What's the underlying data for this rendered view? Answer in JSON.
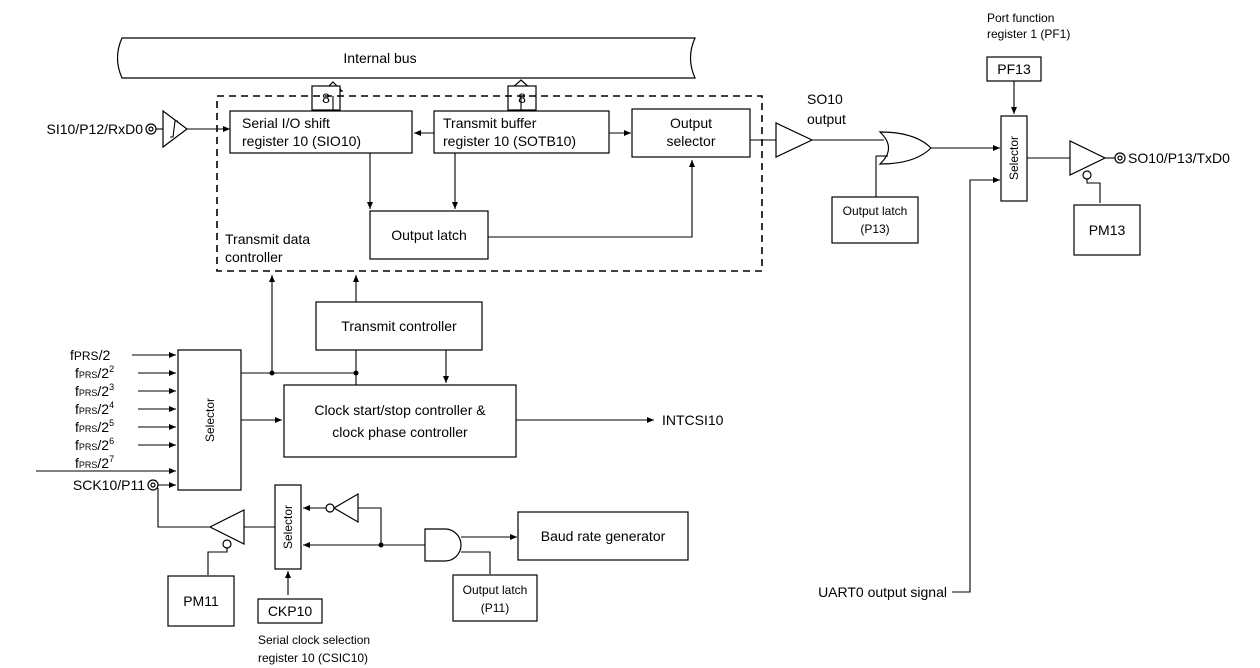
{
  "labels": {
    "internal_bus": "Internal bus",
    "bus_width_1": "8",
    "bus_width_2": "8",
    "si_pin": "SI10/P12/RxD0",
    "sio_l1": "Serial I/O shift",
    "sio_l2": "register 10 (SIO10)",
    "sotb_l1": "Transmit buffer",
    "sotb_l2": "register 10 (SOTB10)",
    "outsel_l1": "Output",
    "outsel_l2": "selector",
    "output_latch": "Output latch",
    "tdc_l1": "Transmit data",
    "tdc_l2": "controller",
    "so_l1": "SO10",
    "so_l2": "output",
    "pf_l1": "Port function",
    "pf_l2": "register 1 (PF1)",
    "pf13": "PF13",
    "selector": "Selector",
    "olp13_l1": "Output latch",
    "olp13_l2": "(P13)",
    "so_pin": "SO10/P13/TxD0",
    "pm13": "PM13",
    "transmit_controller": "Transmit controller",
    "clk_l1": "Clock start/stop controller &",
    "clk_l2": "clock phase controller",
    "intcsi": "INTCSI10",
    "fprs_base": "f",
    "fprs_sub": "PRS",
    "fprs_div": "/2",
    "fprs_exps": [
      "",
      "2",
      "3",
      "4",
      "5",
      "6",
      "7"
    ],
    "sck_pin": "SCK10/P11",
    "pm11": "PM11",
    "ckp10": "CKP10",
    "csic_l1": "Serial clock selection",
    "csic_l2": "register 10 (CSIC10)",
    "baud": "Baud rate generator",
    "olp11_l1": "Output latch",
    "olp11_l2": "(P11)",
    "uart": "UART0 output signal"
  }
}
